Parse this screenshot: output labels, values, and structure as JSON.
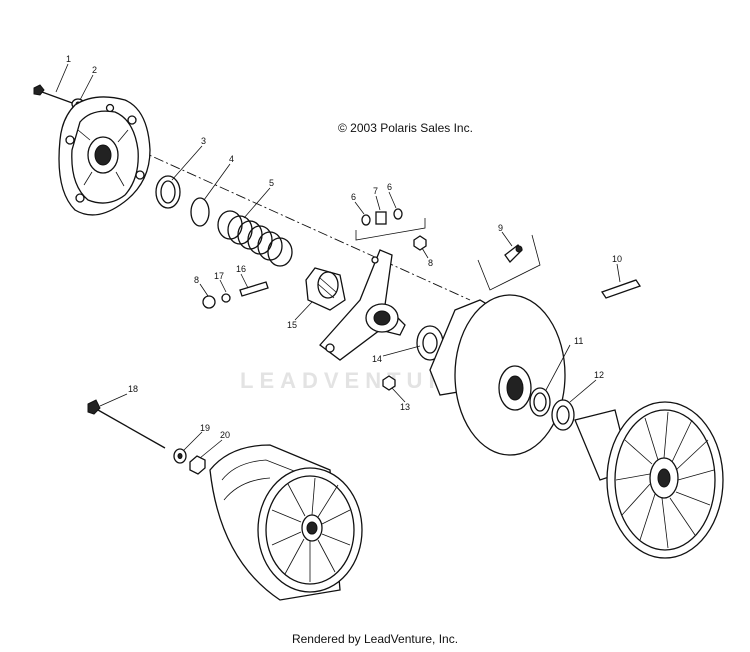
{
  "copyright": "© 2003 Polaris Sales Inc.",
  "footer": "Rendered by LeadVenture, Inc.",
  "watermark": "LEADVENTURE",
  "callouts": [
    "1",
    "2",
    "3",
    "4",
    "5",
    "6",
    "7",
    "6",
    "8",
    "8",
    "17",
    "16",
    "15",
    "9",
    "10",
    "14",
    "11",
    "13",
    "12",
    "18",
    "19",
    "20"
  ]
}
